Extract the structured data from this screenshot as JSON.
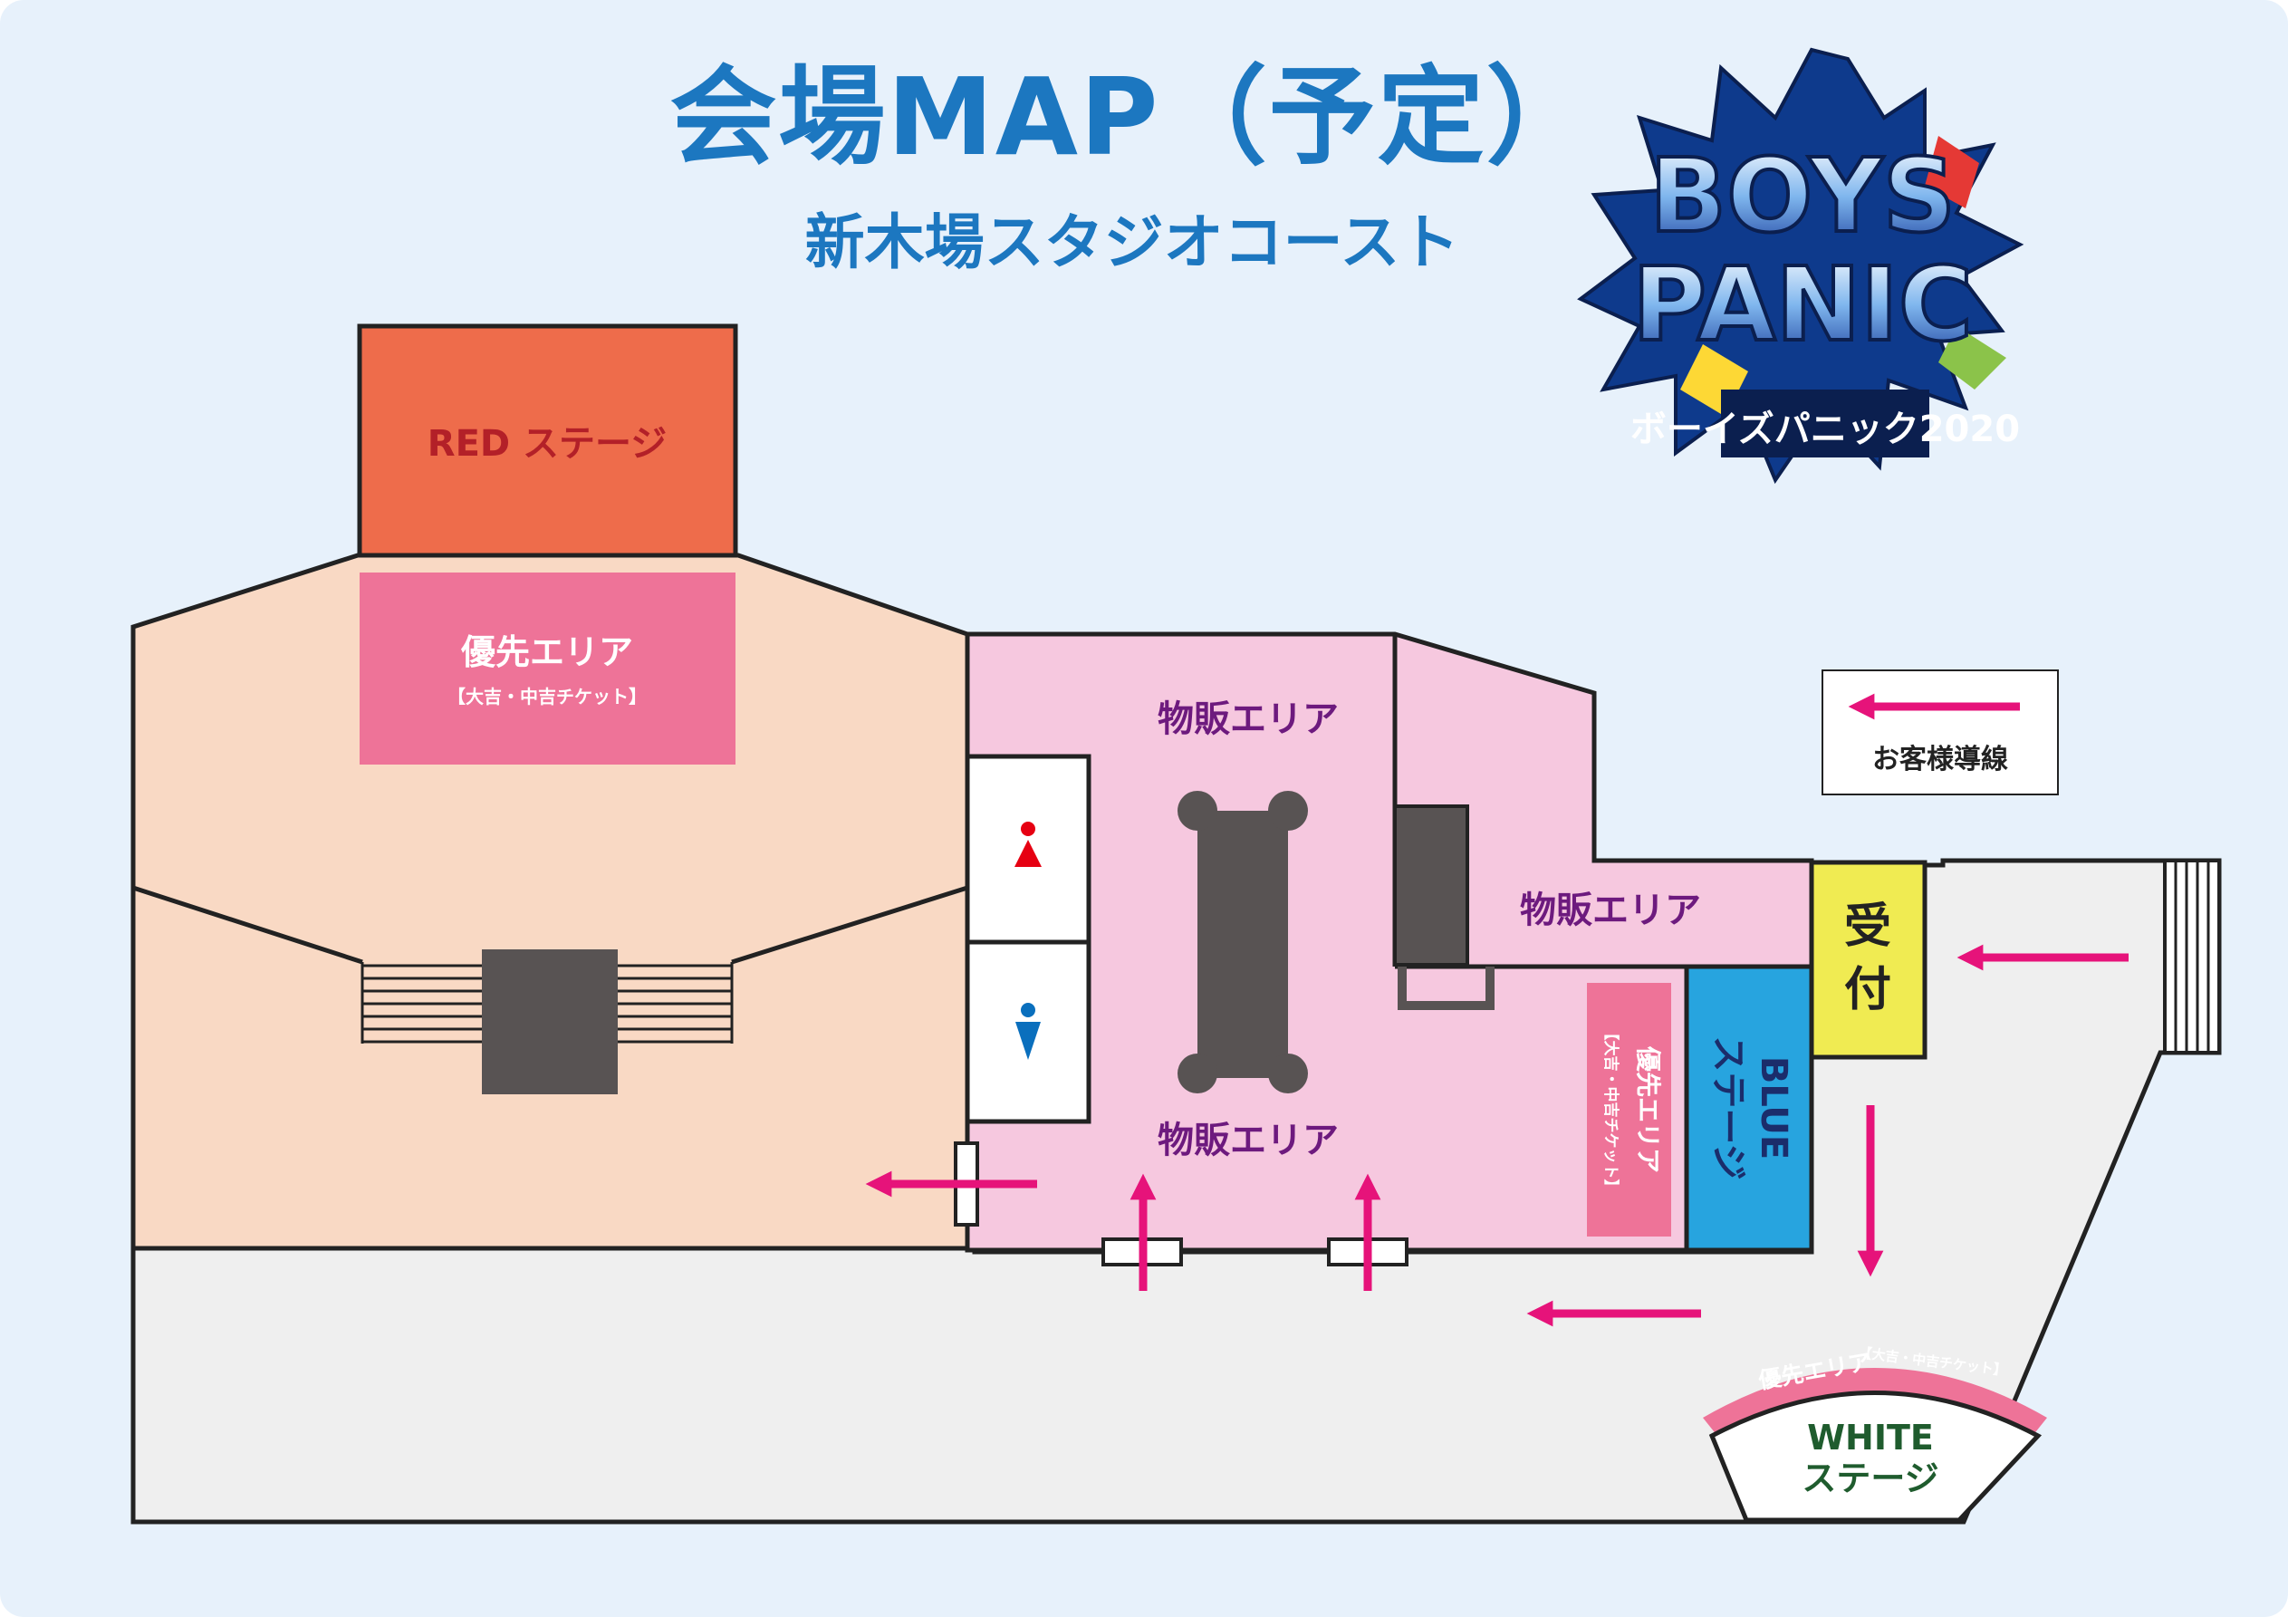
{
  "header": {
    "title": "会場MAP（予定）",
    "subtitle": "新木場スタジオコースト"
  },
  "logo": {
    "line1": "BOYS",
    "line2": "PANIC",
    "line3": "ボーイズパニック2020"
  },
  "legend": {
    "label": "お客様導線",
    "arrow_color": "#e6137a"
  },
  "areas": {
    "red_stage": "RED ステージ",
    "priority_main": "優先エリア",
    "priority_main_sub": "【大吉・中吉チケット】",
    "merch_top": "物販エリア",
    "merch_right": "物販エリア",
    "merch_bottom": "物販エリア",
    "priority_blue_line1": "優先エリア",
    "priority_blue_line2": "【大吉・中吉チケット】",
    "blue_stage_line1": "BLUE",
    "blue_stage_line2": "ステージ",
    "reception_line1": "受",
    "reception_line2": "付",
    "priority_white": "優先エリア",
    "priority_white_sub": "【大吉・中吉チケット】",
    "white_stage_line1": "WHITE",
    "white_stage_line2": "ステージ"
  },
  "restrooms": {
    "female": "female-restroom-icon",
    "male": "male-restroom-icon"
  },
  "colors": {
    "title_blue": "#1c77c0",
    "red_stage": "#ee6c4b",
    "red_text": "#b32028",
    "priority_pink": "#ee7398",
    "main_floor": "#f9d9c4",
    "lobby_pink": "#f6c8df",
    "corridor_gray": "#efefef",
    "blue_stage": "#27a4df",
    "reception_yellow": "#f0eb52",
    "merch_purple": "#6d1a7e",
    "white_stage_text": "#1f5c2e"
  }
}
